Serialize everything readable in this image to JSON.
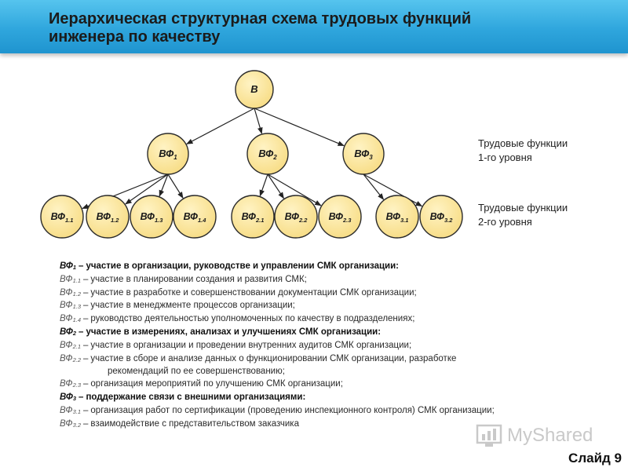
{
  "title": {
    "line1": "Иерархическая структурная схема трудовых функций",
    "line2": "инженера по качеству"
  },
  "tree": {
    "root": {
      "main": "В",
      "sub": ""
    },
    "level1": [
      {
        "main": "ВФ",
        "sub": "1"
      },
      {
        "main": "ВФ",
        "sub": "2"
      },
      {
        "main": "ВФ",
        "sub": "3"
      }
    ],
    "level2": [
      {
        "main": "ВФ",
        "sub": "1.1",
        "parent": 0
      },
      {
        "main": "ВФ",
        "sub": "1.2",
        "parent": 0
      },
      {
        "main": "ВФ",
        "sub": "1.3",
        "parent": 0
      },
      {
        "main": "ВФ",
        "sub": "1.4",
        "parent": 0
      },
      {
        "main": "ВФ",
        "sub": "2.1",
        "parent": 1
      },
      {
        "main": "ВФ",
        "sub": "2.2",
        "parent": 1
      },
      {
        "main": "ВФ",
        "sub": "2.3",
        "parent": 1
      },
      {
        "main": "ВФ",
        "sub": "3.1",
        "parent": 2
      },
      {
        "main": "ВФ",
        "sub": "3.2",
        "parent": 2
      }
    ],
    "colors": {
      "node_fill": "#fae49a",
      "node_stroke": "#2b2b2b",
      "edge": "#222222"
    }
  },
  "side_labels": {
    "level1": {
      "line1": "Трудовые функции",
      "line2": "1-го уровня"
    },
    "level2": {
      "line1": "Трудовые функции",
      "line2": "2-го уровня"
    }
  },
  "legend": [
    {
      "type": "main",
      "code": "ВФ",
      "sub": "1",
      "text": "участие в организации, руководстве и управлении СМК организации:"
    },
    {
      "type": "item",
      "code": "ВФ",
      "sub": "1.1",
      "text": "участие в планировании создания и развития СМК;"
    },
    {
      "type": "item",
      "code": "ВФ",
      "sub": "1.2",
      "text": "участие в разработке и совершенствовании документации СМК организации;"
    },
    {
      "type": "item",
      "code": "ВФ",
      "sub": "1.3",
      "text": "участие в менеджменте процессов организации;"
    },
    {
      "type": "item",
      "code": "ВФ",
      "sub": "1.4",
      "text": "руководство деятельностью уполномоченных по качеству в подразделениях;"
    },
    {
      "type": "main",
      "code": "ВФ",
      "sub": "2",
      "text": "участие в измерениях, анализах и улучшениях СМК организации:"
    },
    {
      "type": "item",
      "code": "ВФ",
      "sub": "2.1",
      "text": "участие в организации и проведении внутренних аудитов СМК организации;"
    },
    {
      "type": "item",
      "code": "ВФ",
      "sub": "2.2",
      "text": "участие в сборе и анализе данных о функционировании СМК организации, разработке"
    },
    {
      "type": "cont",
      "text": "рекомендаций по ее совершенствованию;"
    },
    {
      "type": "item",
      "code": "ВФ",
      "sub": "2.3",
      "text": "организация мероприятий по улучшению СМК организации;"
    },
    {
      "type": "main",
      "code": "ВФ",
      "sub": "3",
      "text": "поддержание связи с внешними организациями:"
    },
    {
      "type": "item",
      "code": "ВФ",
      "sub": "3.1",
      "text": "организация работ по сертификации (проведению инспекционного контроля) СМК организации;"
    },
    {
      "type": "item",
      "code": "ВФ",
      "sub": "3.2",
      "text": "взаимодействие с представительством заказчика"
    }
  ],
  "legend_dash": "–",
  "watermark": {
    "text": "MyShared",
    "icon": "chart-screen-icon"
  },
  "slide_number": "Слайд 9"
}
